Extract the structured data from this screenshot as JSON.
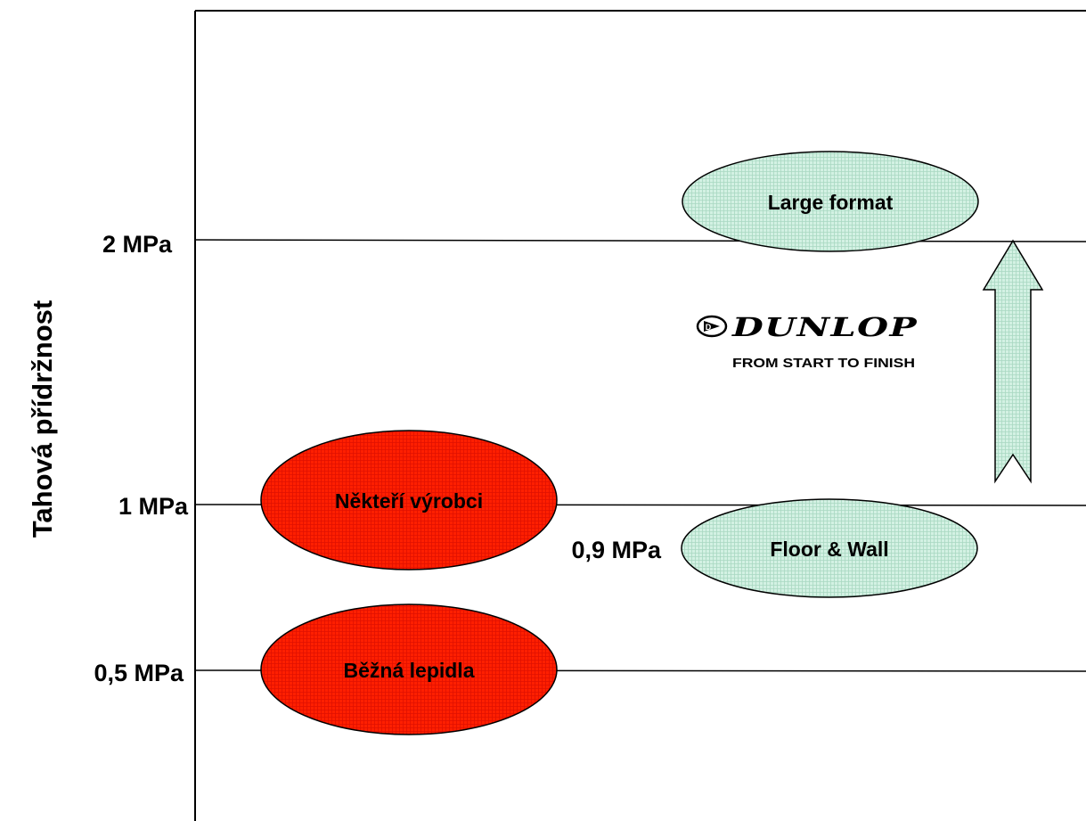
{
  "y_axis_title": "Tahová přídržnost",
  "levels": {
    "two": "2 MPa",
    "one": "1 MPa",
    "half": "0,5 MPa",
    "point_nine": "0,9 MPa"
  },
  "ellipses": {
    "large_format": "Large format",
    "nekteri": "Někteří výrobci",
    "floor_wall": "Floor & Wall",
    "bezna": "Běžná lepidla"
  },
  "logo": {
    "brand": "DUNLOP",
    "slogan": "FROM START TO FINISH"
  },
  "colors": {
    "green": "#cdeee0",
    "red": "#ff1a00",
    "line": "#000000"
  }
}
